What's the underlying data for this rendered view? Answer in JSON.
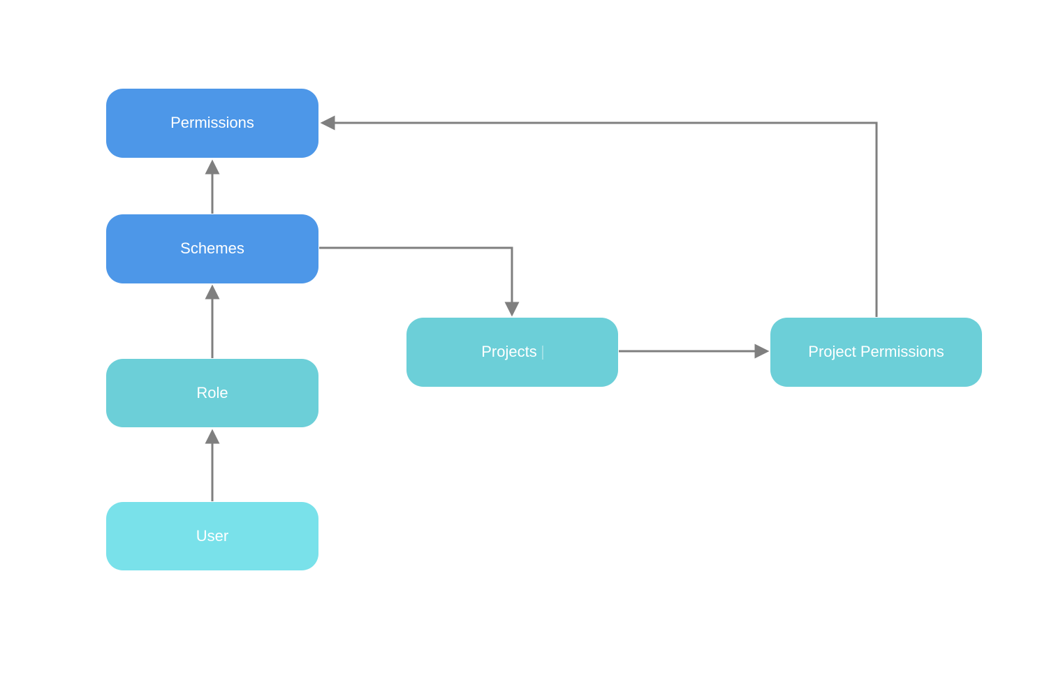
{
  "diagram": {
    "nodes": {
      "permissions": {
        "label": "Permissions"
      },
      "schemes": {
        "label": "Schemes"
      },
      "role": {
        "label": "Role"
      },
      "user": {
        "label": "User"
      },
      "projects": {
        "label": "Projects"
      },
      "project_permissions": {
        "label": "Project Permissions"
      }
    },
    "edges": [
      {
        "from": "user",
        "to": "role"
      },
      {
        "from": "role",
        "to": "schemes"
      },
      {
        "from": "schemes",
        "to": "permissions"
      },
      {
        "from": "schemes",
        "to": "projects"
      },
      {
        "from": "projects",
        "to": "project_permissions"
      },
      {
        "from": "project_permissions",
        "to": "permissions"
      }
    ],
    "colors": {
      "node_blue": "#4D97E8",
      "node_teal": "#6CCFD8",
      "node_cyan": "#79E1EA",
      "connector": "#7F7F7F",
      "label_text": "#FFFFFF",
      "background": "#FFFFFF"
    }
  }
}
